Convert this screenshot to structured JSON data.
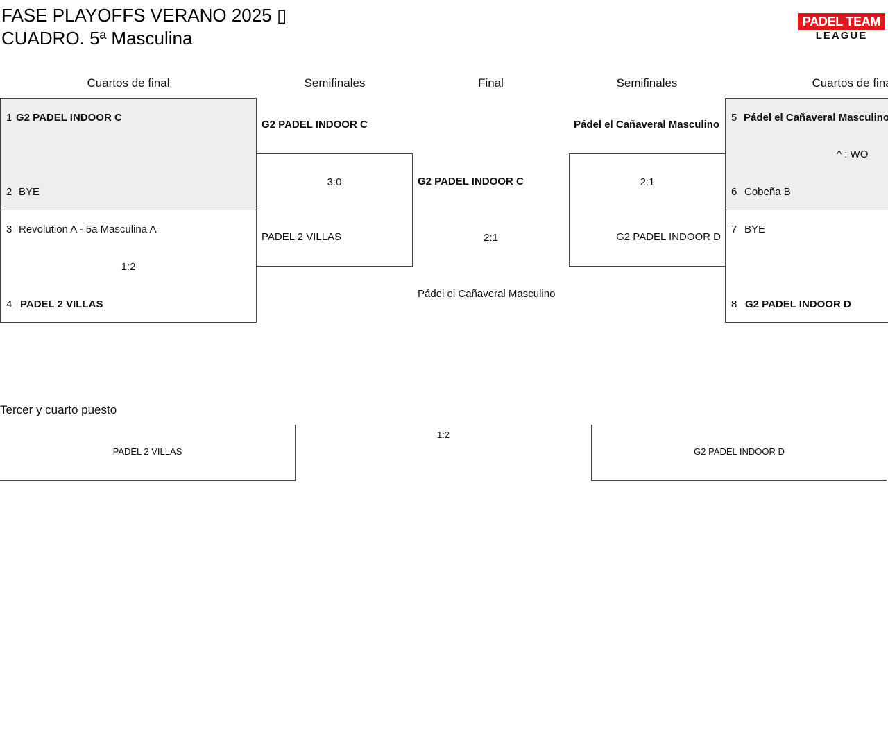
{
  "header": {
    "title_line1": "FASE PLAYOFFS VERANO 2025 ▯",
    "title_line2": "CUADRO. 5ª Masculina",
    "logo_top": "PADEL TEAM",
    "logo_bottom": "LEAGUE"
  },
  "columns": {
    "left_qf": "Cuartos de final",
    "left_sf": "Semifinales",
    "final": "Final",
    "right_sf": "Semifinales",
    "right_qf": "Cuartos de final"
  },
  "left_qf": {
    "m1": {
      "seed_a": "1",
      "team_a": "G2 PADEL INDOOR C",
      "seed_b": "2",
      "team_b": "BYE",
      "score": ""
    },
    "m2": {
      "seed_a": "3",
      "team_a": "Revolution A - 5a Masculina A",
      "seed_b": "4",
      "team_b": "PADEL 2 VILLAS",
      "score": "1:2"
    }
  },
  "left_sf": {
    "team_a": "G2 PADEL INDOOR C",
    "score": "3:0",
    "team_b": "PADEL 2 VILLAS"
  },
  "final": {
    "team_a": "G2 PADEL INDOOR C",
    "score": "2:1",
    "team_b": "Pádel el Cañaveral Masculino"
  },
  "right_sf": {
    "team_a": "Pádel el Cañaveral Masculino",
    "score": "2:1",
    "team_b": "G2 PADEL INDOOR D"
  },
  "right_qf": {
    "m1": {
      "seed_a": "5",
      "team_a": "Pádel el Cañaveral Masculino",
      "note": "^ : WO",
      "seed_b": "6",
      "team_b": "Cobeña B"
    },
    "m2": {
      "seed_a": "7",
      "team_a": "BYE",
      "seed_b": "8",
      "team_b": "G2 PADEL INDOOR D"
    }
  },
  "third_place": {
    "title": "Tercer y cuarto puesto",
    "team_a": "PADEL 2 VILLAS",
    "score": "1:2",
    "team_b": "G2 PADEL INDOOR D"
  }
}
